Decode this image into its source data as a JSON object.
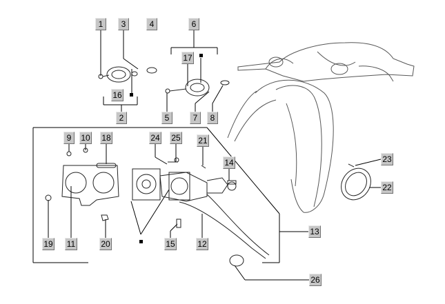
{
  "diagram": {
    "labels": [
      "1",
      "2",
      "3",
      "4",
      "5",
      "6",
      "7",
      "8",
      "9",
      "10",
      "11",
      "12",
      "13",
      "14",
      "15",
      "16",
      "17",
      "18",
      "19",
      "20",
      "21",
      "22",
      "23",
      "24",
      "25",
      "26"
    ]
  }
}
